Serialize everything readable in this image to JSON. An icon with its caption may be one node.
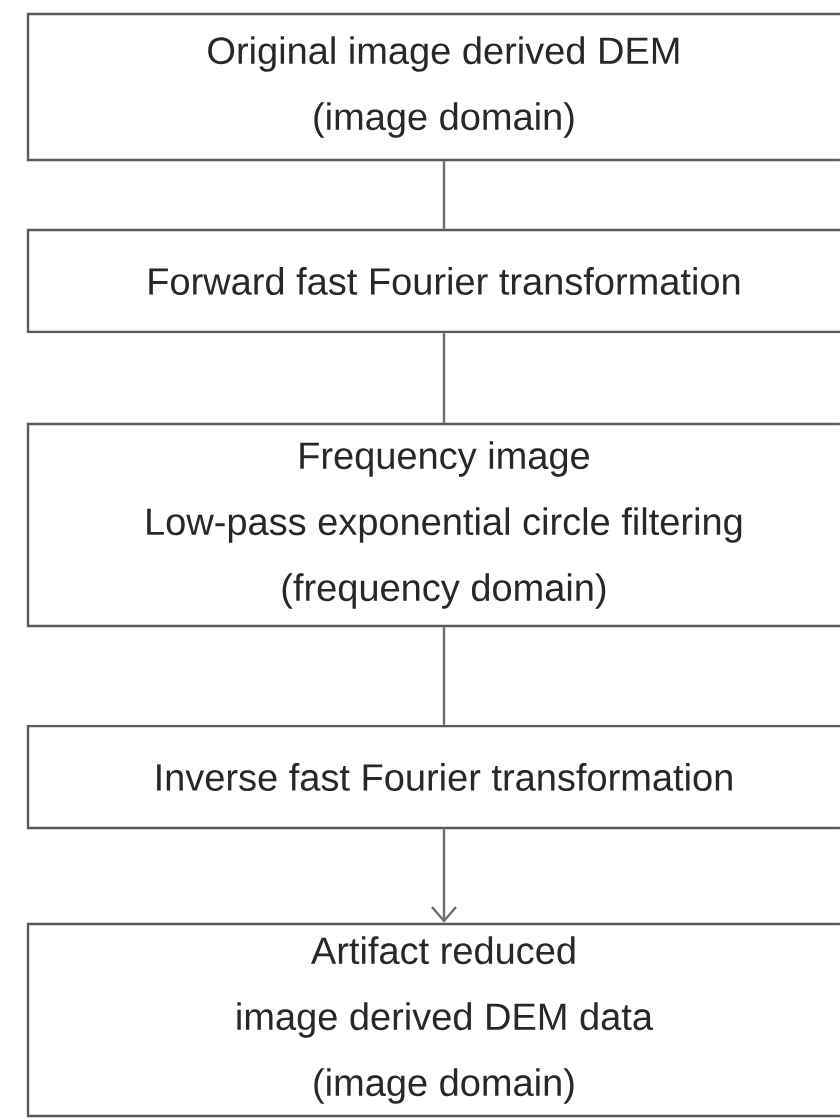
{
  "diagram": {
    "nodes": [
      {
        "text": [
          "Original image derived DEM",
          "(image domain)"
        ]
      },
      {
        "text": [
          "Forward fast Fourier transformation"
        ]
      },
      {
        "text": [
          "Frequency image",
          "Low-pass exponential circle filtering",
          "(frequency domain)"
        ]
      },
      {
        "text": [
          "Inverse fast Fourier transformation"
        ]
      },
      {
        "text": [
          "Artifact reduced",
          "image derived DEM data",
          "(image domain)"
        ]
      }
    ],
    "edges": [
      {
        "from": 0,
        "to": 1,
        "arrow": "none"
      },
      {
        "from": 1,
        "to": 2,
        "arrow": "none"
      },
      {
        "from": 2,
        "to": 3,
        "arrow": "none"
      },
      {
        "from": 3,
        "to": 4,
        "arrow": "to"
      }
    ]
  }
}
